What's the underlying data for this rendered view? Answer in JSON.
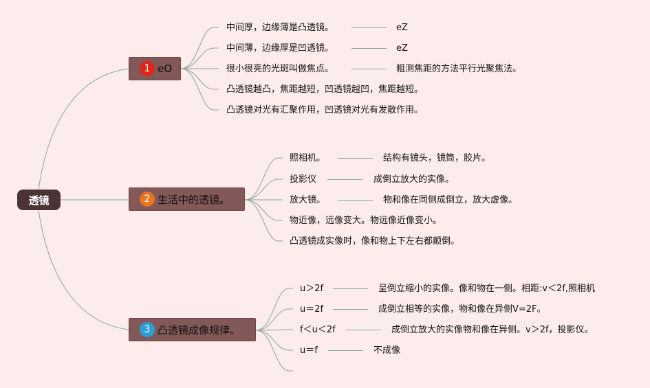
{
  "root": {
    "label": "透镜"
  },
  "branches": [
    {
      "number": "1",
      "label": "eO",
      "badge_color": "#e0251b",
      "leaves": [
        {
          "text": "中间厚，边缘薄是凸透镜。",
          "note": "eZ"
        },
        {
          "text": "中间薄，边缘厚是凹透镜。",
          "note": "eZ"
        },
        {
          "text": "很小很亮的光斑叫做焦点。",
          "note": "粗测焦距的方法平行光聚焦法。"
        },
        {
          "text": "凸透镜越凸，焦距越短，凹透镜越凹，焦距越短。",
          "note": ""
        },
        {
          "text": "凸透镜对光有汇聚作用，凹透镜对光有发散作用。",
          "note": ""
        }
      ]
    },
    {
      "number": "2",
      "label": "生活中的透镜。",
      "badge_color": "#e8741c",
      "leaves": [
        {
          "text": "照相机。",
          "note": "结构有镜头，镜筒，胶片。"
        },
        {
          "text": "投影仪",
          "note": "成倒立放大的实像。"
        },
        {
          "text": "放大镜。",
          "note": "物和像在同侧成倒立，放大虚像。"
        },
        {
          "text": "物近像，远像变大。物远像近像变小。",
          "note": ""
        },
        {
          "text": "凸透镜成实像时，像和物上下左右都颠倒。",
          "note": ""
        }
      ]
    },
    {
      "number": "3",
      "label": "凸透镜成像规律。",
      "badge_color": "#2a9fd8",
      "leaves": [
        {
          "text": "u＞2f",
          "note": "呈倒立缩小的实像。像和物在一侧。相距:v＜2f,照相机"
        },
        {
          "text": "u＝2f",
          "note": "成倒立相等的实像，物和像在异侧V=2F。"
        },
        {
          "text": "f＜u＜2f",
          "note": "成倒立放大的实像物和像在异侧。v＞2f，投影仪。"
        },
        {
          "text": "u＝f",
          "note": "不成像"
        },
        {
          "text": "",
          "note": ""
        }
      ]
    }
  ]
}
